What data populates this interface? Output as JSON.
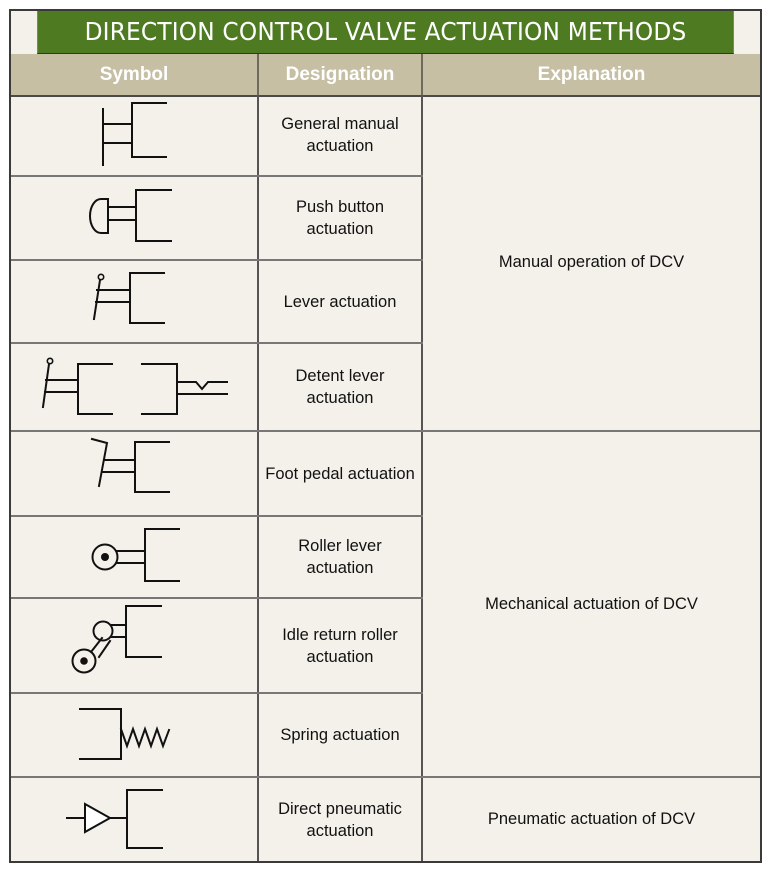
{
  "title": "DIRECTION CONTROL VALVE ACTUATION METHODS",
  "colors": {
    "title_bg": "#4e7a22",
    "header_bg": "#c6bfa4",
    "cell_bg": "#f3f1ea",
    "text": "#111111"
  },
  "headers": {
    "symbol": "Symbol",
    "designation": "Designation",
    "explanation": "Explanation"
  },
  "rows": [
    {
      "symbol_icon": "general-manual-actuation-symbol",
      "designation": "General manual actuation"
    },
    {
      "symbol_icon": "push-button-actuation-symbol",
      "designation": "Push button actuation"
    },
    {
      "symbol_icon": "lever-actuation-symbol",
      "designation": "Lever actuation"
    },
    {
      "symbol_icon": "detent-lever-actuation-symbol",
      "designation": "Detent lever actuation"
    },
    {
      "symbol_icon": "foot-pedal-actuation-symbol",
      "designation": "Foot pedal actuation"
    },
    {
      "symbol_icon": "roller-lever-actuation-symbol",
      "designation": "Roller lever actuation"
    },
    {
      "symbol_icon": "idle-return-roller-actuation-symbol",
      "designation": "Idle return roller actuation"
    },
    {
      "symbol_icon": "spring-actuation-symbol",
      "designation": "Spring actuation"
    },
    {
      "symbol_icon": "direct-pneumatic-actuation-symbol",
      "designation": "Direct pneumatic actuation"
    }
  ],
  "explanations": [
    {
      "text": "Manual operation of DCV",
      "spans_rows": [
        0,
        3
      ]
    },
    {
      "text": "Mechanical actuation of DCV",
      "spans_rows": [
        4,
        7
      ]
    },
    {
      "text": "Pneumatic actuation of DCV",
      "spans_rows": [
        8,
        8
      ]
    }
  ]
}
